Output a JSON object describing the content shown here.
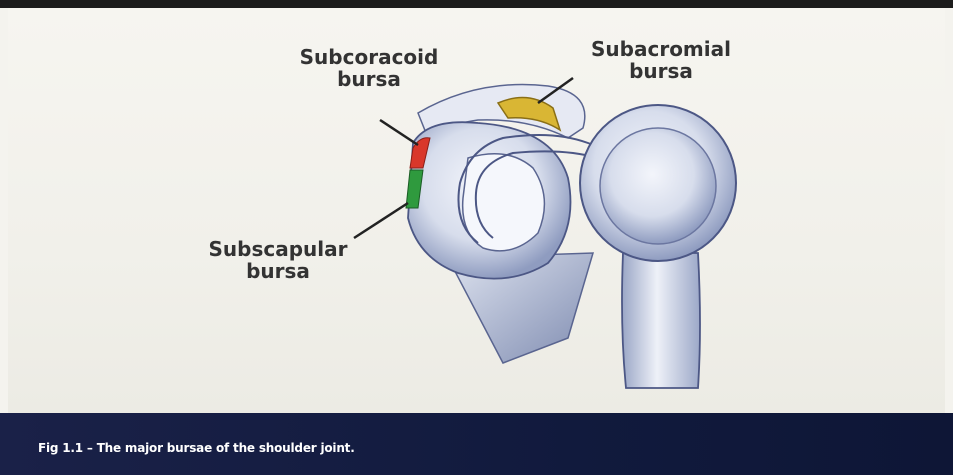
{
  "labels": {
    "subcoracoid": [
      "Subcoracoid",
      "bursa"
    ],
    "subacromial": [
      "Subacromial",
      "bursa"
    ],
    "subscapular": [
      "Subscapular",
      "bursa"
    ]
  },
  "caption": "Fig 1.1 – The major bursae of the shoulder joint.",
  "colors": {
    "subcoracoid_bursa": "#d9372b",
    "subscapular_bursa": "#2f9a3e",
    "subacromial_bursa": "#d9b634",
    "bone": "#c9d2e6",
    "caption_bg": "#151d44"
  },
  "illustration": "shoulder-joint-anatomy"
}
